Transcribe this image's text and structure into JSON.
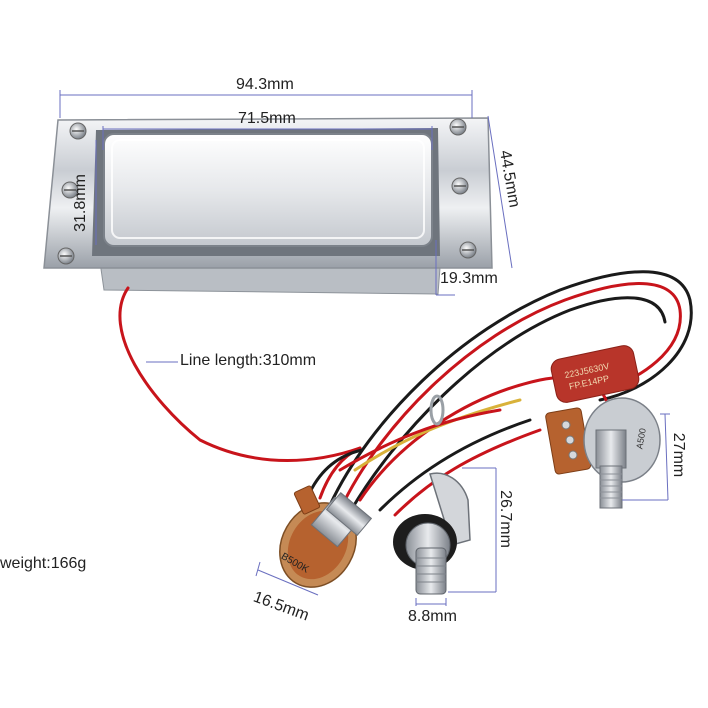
{
  "labels": {
    "overall_width": "94.3mm",
    "inner_width": "71.5mm",
    "overall_height": "44.5mm",
    "inner_height": "31.8mm",
    "depth": "19.3mm",
    "line_length": "Line length:310mm",
    "pot_right_height": "27mm",
    "jack_height": "26.7mm",
    "pot_left_width": "16.5mm",
    "jack_width": "8.8mm",
    "weight": "weight:166g"
  },
  "component_markings": {
    "capacitor": [
      "223J5630V",
      "FP.E14PP"
    ],
    "pot_left": "B500K",
    "pot_right": "A500"
  },
  "colors": {
    "dimension_line": "#6a6fc0",
    "chrome": "#c8ccd2",
    "wire_red": "#c8141b",
    "wire_black": "#1a1a1a",
    "wire_yellow": "#d9b23a",
    "capacitor": "#b8352a",
    "pot_board": "#b6622f"
  }
}
